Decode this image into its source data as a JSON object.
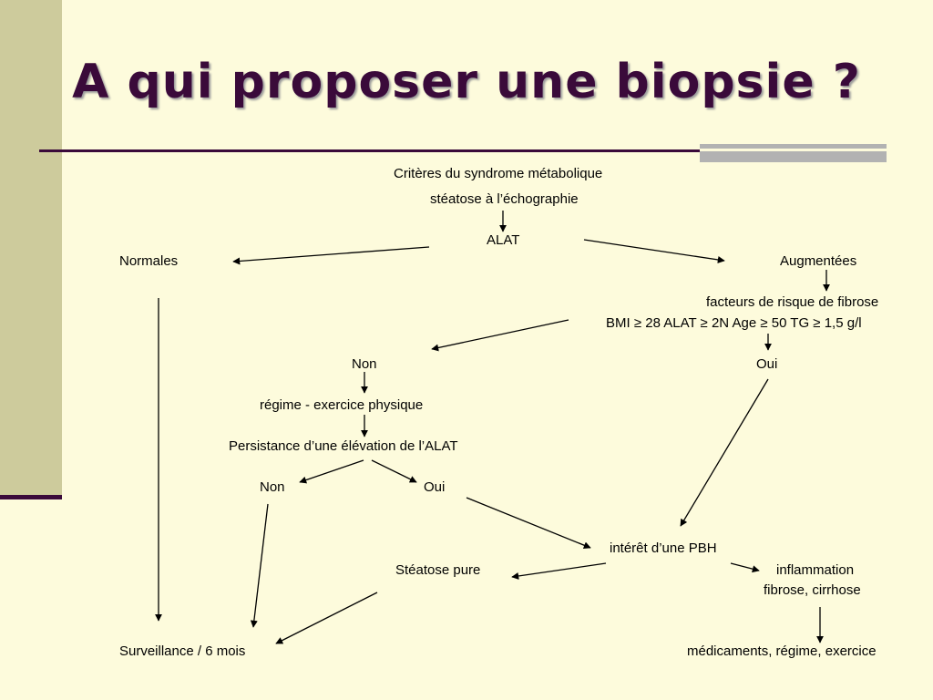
{
  "title": "A qui proposer une biopsie ?",
  "nodes": {
    "criteria": "Critères du syndrome métabolique",
    "steatosis_echo": "stéatose à l’échographie",
    "alat": "ALAT",
    "normal": "Normales",
    "increased": "Augmentées",
    "fibrosis_risk": "facteurs de risque de fibrose",
    "risk_factors": "BMI ≥ 28  ALAT ≥ 2N Age ≥ 50 TG ≥ 1,5 g/l",
    "no_1": "Non",
    "yes_1": "Oui",
    "diet_exercise": "régime - exercice physique",
    "persistence": "Persistance d’une élévation de l’ALAT",
    "no_2": "Non",
    "yes_2": "Oui",
    "pbh_interest": "intérêt d’une PBH",
    "pure_steatosis": "Stéatose pure",
    "inflammation": "inflammation",
    "fibrosis_cirrhosis": "fibrose, cirrhose",
    "surveillance": "Surveillance / 6 mois",
    "treatment": "médicaments, régime, exercice"
  },
  "colors": {
    "background": "#fdfbdc",
    "sidebar": "#cdcb9c",
    "title": "#3a0a3a",
    "rule": "#3a0a3a",
    "rule_accent": "#b2b2b2"
  }
}
